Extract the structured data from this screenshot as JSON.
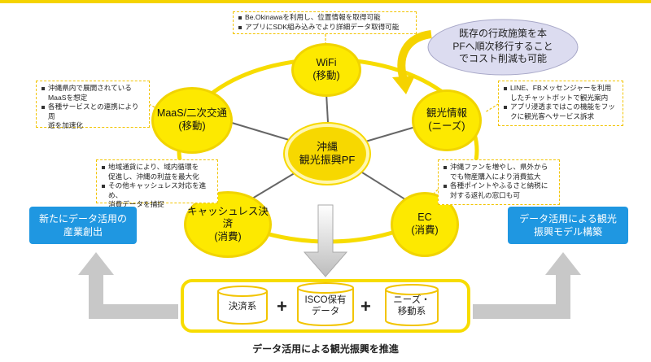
{
  "center": {
    "label": "沖縄\n観光振興PF"
  },
  "nodes": {
    "wifi": "WiFi\n(移動)",
    "maas": "MaaS/二次交通\n(移動)",
    "tourism": "観光情報\n(ニーズ)",
    "cashless": "キャッシュレス決済\n(消費)",
    "ec": "EC\n(消費)"
  },
  "notes": {
    "wifi": [
      "Be.Okinawaを利用し、位置情報を取得可能",
      "アプリにSDK組み込みでより詳細データ取得可能"
    ],
    "maas": [
      "沖縄県内で展開されている\nMaaSを想定",
      "各種サービスとの連携により周\n遊を加速化"
    ],
    "tourism": [
      "LINE、FBメッセンジャーを利用\nしたチャットボットで観光案内",
      "アプリ浸透まではこの機能をフッ\nクに観光客へサービス訴求"
    ],
    "cashless": [
      "地域通貨により、域内循環を\n促進し、沖縄の利益を最大化",
      "その他キャッシュレス対応を進め、\n消費データを捕捉"
    ],
    "ec": [
      "沖縄ファンを増やし、県外から\nでも物産購入により消費拡大",
      "各種ポイントやふるさと納税に\n対する返礼の窓口も可"
    ]
  },
  "callout": "既存の行政施策を本\nPFへ順次移行すること\nでコスト削減も可能",
  "blue_left": "新たにデータ活用の\n産業創出",
  "blue_right": "データ活用による観光\n振興モデル構築",
  "data_sources": [
    "決済系",
    "ISCO保有\nデータ",
    "ニーズ・\n移動系"
  ],
  "plus_sign": "+",
  "caption": "データ活用による観光振興を推進",
  "colors": {
    "yellow": "#fde900",
    "blue": "#1f97e1",
    "gray_arrow": "#c8c8c8",
    "lavender": "#dcdcf0"
  }
}
